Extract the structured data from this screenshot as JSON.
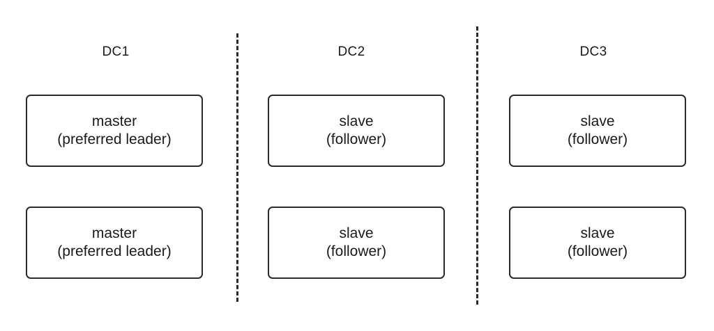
{
  "columns": [
    {
      "label": "DC1",
      "nodes": [
        {
          "role": "master",
          "detail": "(preferred leader)"
        },
        {
          "role": "master",
          "detail": "(preferred leader)"
        }
      ]
    },
    {
      "label": "DC2",
      "nodes": [
        {
          "role": "slave",
          "detail": "(follower)"
        },
        {
          "role": "slave",
          "detail": "(follower)"
        }
      ]
    },
    {
      "label": "DC3",
      "nodes": [
        {
          "role": "slave",
          "detail": "(follower)"
        },
        {
          "role": "slave",
          "detail": "(follower)"
        }
      ]
    }
  ],
  "colors": {
    "stroke": "#2a2a2a",
    "text": "#1a1a1a",
    "background": "#ffffff"
  }
}
